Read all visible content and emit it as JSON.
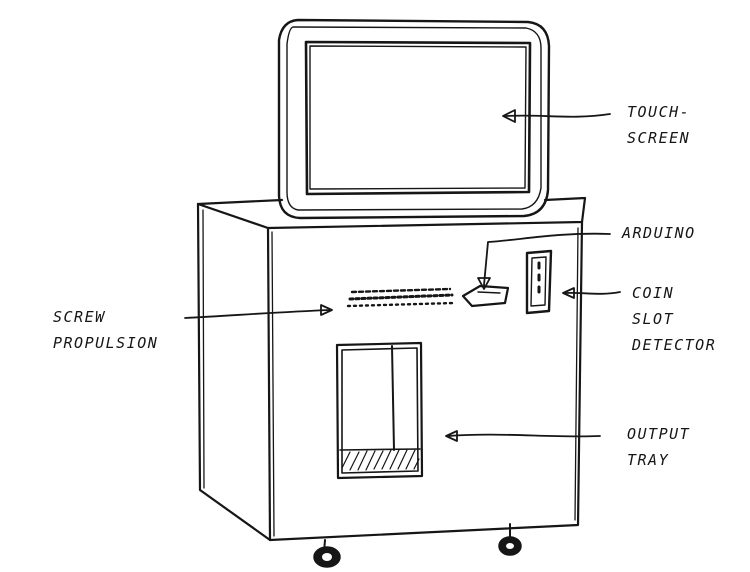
{
  "labels": {
    "touchscreen": [
      "TOUCH-",
      "SCREEN"
    ],
    "arduino": "ARDUINO",
    "coin_slot_detector": [
      "COIN",
      "SLOT",
      "DETECTOR"
    ],
    "screw_propulsion": [
      "SCREW",
      "PROPULSION"
    ],
    "output_tray": [
      "OUTPUT",
      "TRAY"
    ]
  },
  "colors": {
    "ink": "#161616",
    "paper": "#ffffff"
  }
}
